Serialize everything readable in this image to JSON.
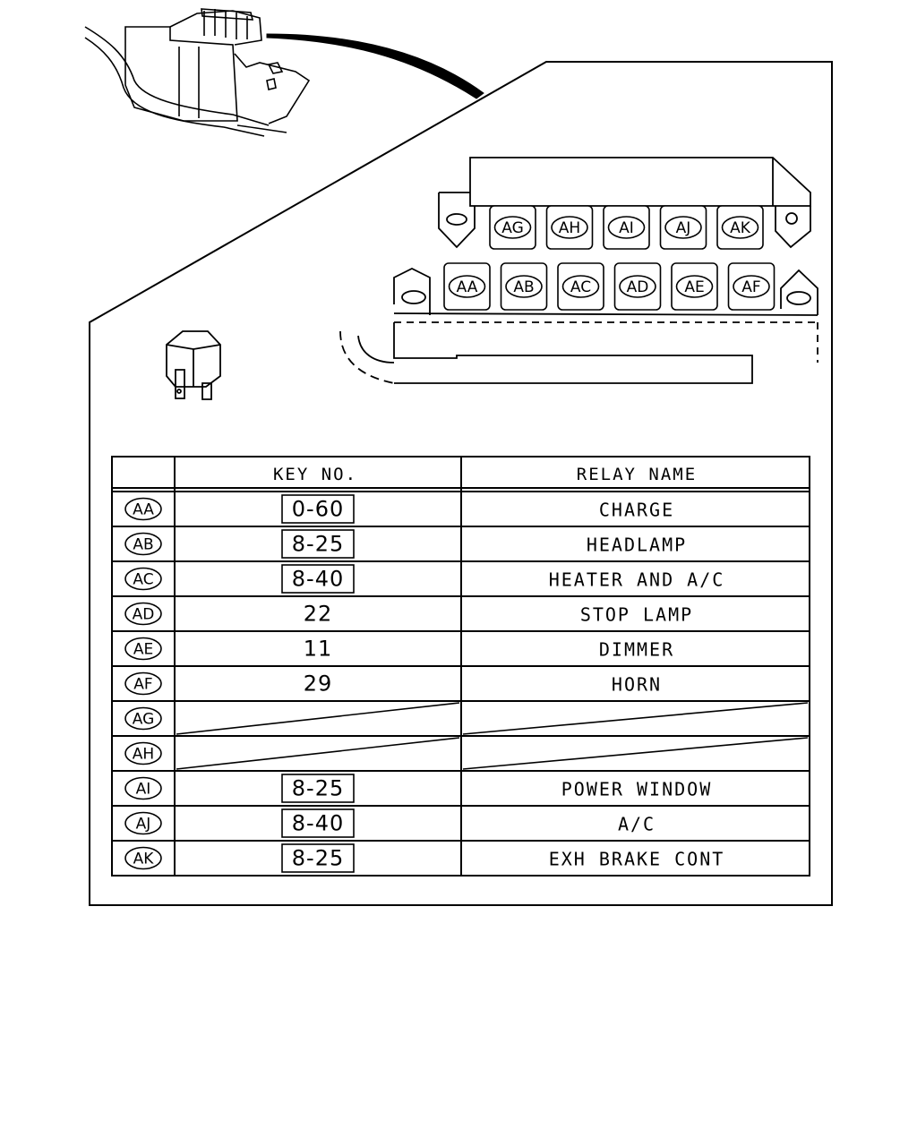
{
  "table": {
    "headers": {
      "code": "",
      "key": "KEY NO.",
      "name": "RELAY NAME"
    },
    "rows": [
      {
        "code": "AA",
        "key": "0-60",
        "boxed": true,
        "name": "CHARGE"
      },
      {
        "code": "AB",
        "key": "8-25",
        "boxed": true,
        "name": "HEADLAMP"
      },
      {
        "code": "AC",
        "key": "8-40",
        "boxed": true,
        "name": "HEATER AND A/C"
      },
      {
        "code": "AD",
        "key": "22",
        "boxed": false,
        "name": "STOP LAMP"
      },
      {
        "code": "AE",
        "key": "11",
        "boxed": false,
        "name": "DIMMER"
      },
      {
        "code": "AF",
        "key": "29",
        "boxed": false,
        "name": "HORN"
      },
      {
        "code": "AG",
        "key": "",
        "boxed": false,
        "name": "",
        "empty": true
      },
      {
        "code": "AH",
        "key": "",
        "boxed": false,
        "name": "",
        "empty": true
      },
      {
        "code": "AI",
        "key": "8-25",
        "boxed": true,
        "name": "POWER WINDOW"
      },
      {
        "code": "AJ",
        "key": "8-40",
        "boxed": true,
        "name": "A/C"
      },
      {
        "code": "AK",
        "key": "8-25",
        "boxed": true,
        "name": "EXH BRAKE CONT"
      }
    ]
  },
  "relay_block": {
    "top_row": [
      "AG",
      "AH",
      "AI",
      "AJ",
      "AK"
    ],
    "bottom_row": [
      "AA",
      "AB",
      "AC",
      "AD",
      "AE",
      "AF"
    ]
  },
  "icons": {
    "harness": "wire-harness-icon",
    "relay": "relay-icon",
    "block": "relay-block-icon"
  }
}
